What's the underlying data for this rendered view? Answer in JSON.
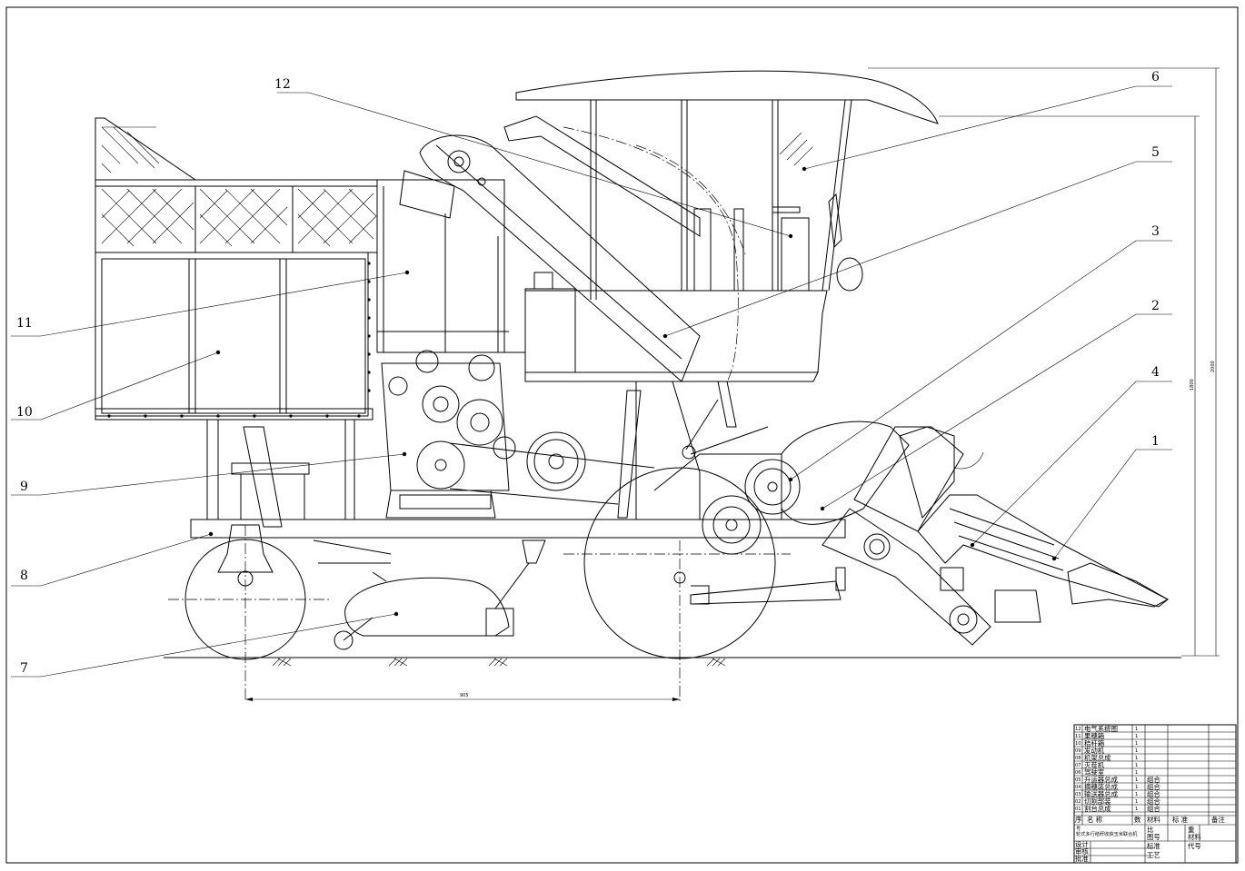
{
  "callouts": [
    "1",
    "2",
    "3",
    "4",
    "5",
    "6",
    "7",
    "8",
    "9",
    "10",
    "11",
    "12"
  ],
  "dimensions": {
    "wheelbase": "905",
    "overall_height": "2000",
    "cab_height": "1800"
  },
  "title_block": {
    "parts": [
      {
        "no": "12",
        "name": "电气系统图",
        "qty": "1",
        "material": ""
      },
      {
        "no": "11",
        "name": "果穗箱",
        "qty": "1",
        "material": ""
      },
      {
        "no": "10",
        "name": "秸秆箱",
        "qty": "1",
        "material": ""
      },
      {
        "no": "09",
        "name": "发动机",
        "qty": "1",
        "material": ""
      },
      {
        "no": "08",
        "name": "机架总成",
        "qty": "1",
        "material": ""
      },
      {
        "no": "07",
        "name": "灭茬机",
        "qty": "1",
        "material": ""
      },
      {
        "no": "06",
        "name": "驾驶室",
        "qty": "1",
        "material": ""
      },
      {
        "no": "05",
        "name": "升运器总成",
        "qty": "1",
        "material": "组合"
      },
      {
        "no": "04",
        "name": "摘穗装总成",
        "qty": "1",
        "material": "组合"
      },
      {
        "no": "03",
        "name": "输送器总成",
        "qty": "1",
        "material": "组合"
      },
      {
        "no": "02",
        "name": "切割部装",
        "qty": "1",
        "material": "组合"
      },
      {
        "no": "01",
        "name": "割台总成",
        "qty": "1",
        "material": "组合"
      }
    ],
    "header": {
      "seq": "序",
      "name": "名  称",
      "qty": "数",
      "material": "材料",
      "standard": "标    准",
      "remark": "备注"
    },
    "title": "轮式多行秸秆收获玉米联合机",
    "sheet_label": "号",
    "ratio_label": "比",
    "weight_label": "重",
    "material_label": "材料",
    "drawn_label": "设计",
    "check_label": "审核",
    "approve_label": "批准",
    "std_label": "标准",
    "scale_label": "图号",
    "code_label": "代号",
    "craft_label": "工艺"
  }
}
